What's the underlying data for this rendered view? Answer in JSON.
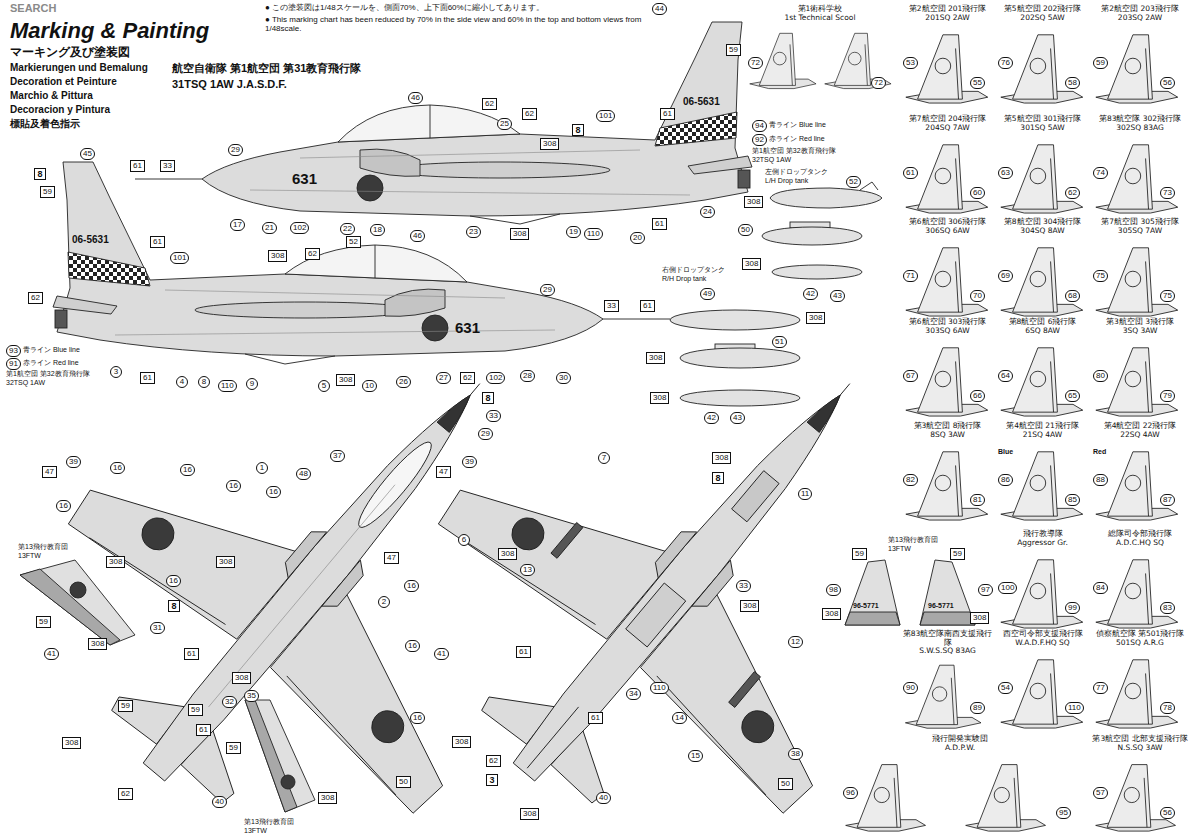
{
  "diagram": {
    "title": "Marking & Painting",
    "nodes": [
      {
        "text": [
          "第1術科学校",
          "1st Technical Scool"
        ]
      },
      {
        "text": [
          "第2航空団 201飛行隊",
          "201SQ 2AW"
        ]
      },
      {
        "text": [
          "第5航空団 202飛行隊",
          "202SQ 5AW"
        ]
      },
      {
        "text": [
          "第2航空団 203飛行隊",
          "203SQ 2AW"
        ]
      },
      {
        "text": [
          "第7航空団 204飛行隊",
          "204SQ 7AW"
        ]
      },
      {
        "text": [
          "第5航空団 301飛行隊",
          "301SQ 5AW"
        ]
      },
      {
        "text": [
          "第83航空隊 302飛行隊",
          "302SQ 83AG"
        ]
      },
      {
        "text": [
          "第6航空団 306飛行隊",
          "306SQ 6AW"
        ]
      },
      {
        "text": [
          "第8航空団 304飛行隊",
          "304SQ 8AW"
        ]
      },
      {
        "text": [
          "第7航空団 305飛行隊",
          "305SQ 7AW"
        ]
      },
      {
        "text": [
          "第6航空団 303飛行隊",
          "303SQ 6AW"
        ]
      },
      {
        "text": [
          "第8航空団 6飛行隊",
          "6SQ 8AW"
        ]
      },
      {
        "text": [
          "第3航空団 3飛行隊",
          "3SQ 3AW"
        ]
      },
      {
        "text": [
          "第3航空団 8飛行隊",
          "8SQ 3AW"
        ]
      },
      {
        "text": [
          "第4航空団 21飛行隊",
          "21SQ 4AW"
        ]
      },
      {
        "text": [
          "第4航空団 22飛行隊",
          "22SQ 4AW"
        ]
      },
      {
        "text": [
          "飛行教導隊",
          "Aggressor Gr."
        ]
      },
      {
        "text": [
          "総隊司令部飛行隊",
          "A.D.C.HQ SQ"
        ]
      },
      {
        "text": [
          "第83航空隊南西支援飛行隊",
          "S.W.S.SQ 83AG"
        ]
      },
      {
        "text": [
          "西空司令部支援飛行隊",
          "W.A.D.F.HQ SQ"
        ]
      },
      {
        "text": [
          "偵察航空隊 第501飛行隊",
          "501SQ A.R.G"
        ]
      },
      {
        "text": [
          "飛行開発実験団",
          "A.D.P.W."
        ]
      },
      {
        "text": [
          "第3航空団 北部支援飛行隊",
          "N.S.SQ 3AW"
        ]
      }
    ],
    "labels": [
      "マーキング及び塗装図",
      "Markierungen und Bemalung",
      "Decoration et Peinture",
      "Marchio & Pittura",
      "Decoracion y Pintura",
      "標貼及着色指示",
      "● この塗装図は1/48スケールを、側面70%、上下面60%に縮小してあります。",
      "● This marking chart has been reduced by 70% in the side view and 60% in the top and bottom views from 1/48scale.",
      "航空自衛隊 第1航空団 第31教育飛行隊",
      "31TSQ 1AW J.A.S.D.F.",
      "06-5631",
      "631",
      "06-5631",
      "631",
      "44",
      "59",
      "61",
      "8",
      "308",
      "62",
      "62",
      "25",
      "46",
      "29",
      "61",
      "33",
      "17",
      "21",
      "102",
      "22",
      "18",
      "23",
      "308",
      "19",
      "110",
      "20",
      "61",
      "24",
      "101",
      "94",
      "青ライン Blue line",
      "92",
      "赤ライン Red line",
      "第1航空団 第32教育飛行隊",
      "32TSQ 1AW",
      "45",
      "8",
      "59",
      "61",
      "101",
      "62",
      "308",
      "62",
      "52",
      "46",
      "29",
      "33",
      "61",
      "93",
      "青ライン Blue line",
      "91",
      "赤ライン Red line",
      "第1航空団 第32教育飛行隊",
      "32TSQ 1AW",
      "3",
      "61",
      "4",
      "8",
      "110",
      "9",
      "5",
      "308",
      "10",
      "26",
      "27",
      "62",
      "102",
      "28",
      "30",
      "左側ドロップタンク",
      "L/H Drop tank",
      "52",
      "308",
      "50",
      "308",
      "42",
      "43",
      "右側ドロップタンク",
      "R/H Drop tank",
      "49",
      "308",
      "51",
      "308",
      "308",
      "42",
      "43",
      "8",
      "33",
      "29",
      "37",
      "48",
      "1",
      "47",
      "39",
      "16",
      "16",
      "16",
      "16",
      "16",
      "308",
      "308",
      "16",
      "8",
      "31",
      "61",
      "2",
      "47",
      "16",
      "16",
      "16",
      "50",
      "40",
      "62",
      "308",
      "41",
      "59",
      "59",
      "61",
      "32",
      "35",
      "308",
      "第13飛行教育団",
      "13FTW",
      "59",
      "308",
      "第13飛行教育団",
      "13FTW",
      "59",
      "308",
      "8",
      "308",
      "11",
      "7",
      "47",
      "39",
      "6",
      "308",
      "13",
      "33",
      "308",
      "12",
      "61",
      "61",
      "34",
      "110",
      "14",
      "15",
      "38",
      "50",
      "41",
      "308",
      "62",
      "3",
      "308",
      "40",
      "第13飛行教育団",
      "13FTW",
      "98",
      "308",
      "59",
      "59",
      "97",
      "308",
      "96-5771",
      "96-5771",
      "72",
      "72",
      "53",
      "55",
      "76",
      "58",
      "59",
      "56",
      "61",
      "60",
      "63",
      "62",
      "74",
      "73",
      "71",
      "70",
      "69",
      "68",
      "75",
      "75",
      "67",
      "66",
      "64",
      "65",
      "80",
      "79",
      "82",
      "81",
      "86",
      "85",
      "Blue",
      "88",
      "87",
      "Red",
      "100",
      "99",
      "84",
      "83",
      "90",
      "89",
      "54",
      "110",
      "77",
      "78",
      "96",
      "95",
      "57",
      "56",
      "SEARCH"
    ]
  }
}
